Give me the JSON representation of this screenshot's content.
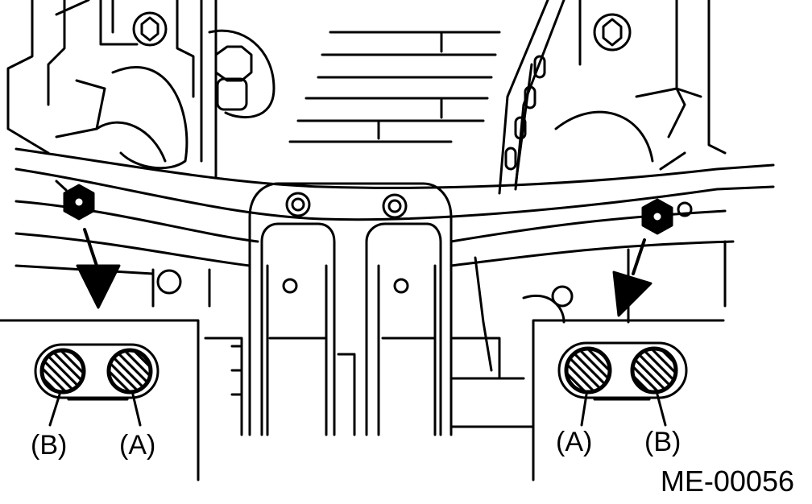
{
  "figure_code": "ME-00056",
  "callouts": {
    "left": {
      "label_1": "(B)",
      "label_2": "(A)"
    },
    "right": {
      "label_1": "(A)",
      "label_2": "(B)"
    }
  },
  "colors": {
    "ink": "#000000",
    "paper": "#ffffff"
  }
}
